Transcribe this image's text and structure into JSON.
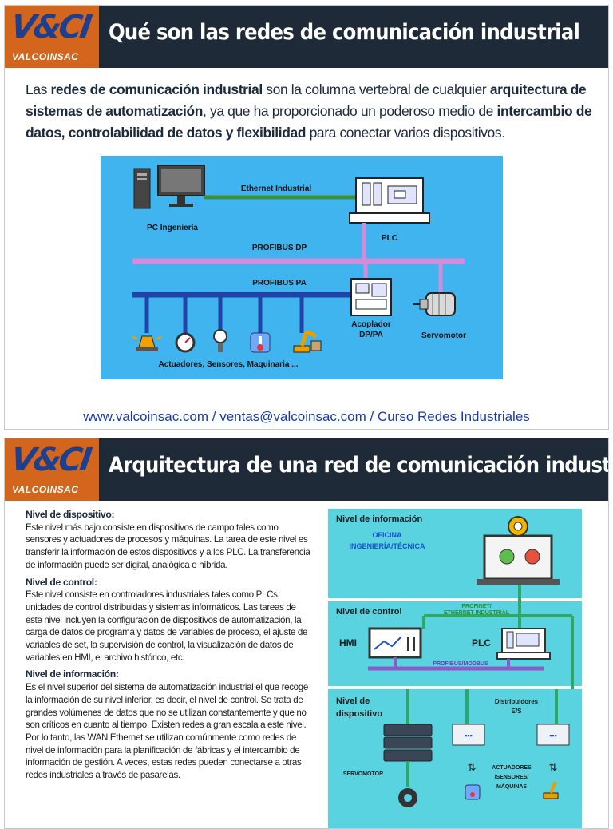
{
  "slide1": {
    "logo": {
      "mark": "V&CI",
      "name": "VALCOINSAC"
    },
    "title": "Qué son las redes de comunicación industrial",
    "intro": {
      "t1": "Las ",
      "b1": "redes de comunicación industrial",
      "t2": " son la columna vertebral de cualquier ",
      "b2": "arquitectura de sistemas de automatización",
      "t3": ", ya que ha proporcionado un poderoso medio de ",
      "b3": "intercambio de datos, controlabilidad de datos y flexibilidad",
      "t4": " para conectar varios dispositivos."
    },
    "diagram": {
      "ethernet": "Ethernet Industrial",
      "pc": "PC Ingeniería",
      "plc": "PLC",
      "profibus_dp": "PROFIBUS DP",
      "profibus_pa": "PROFIBUS PA",
      "acoplador_1": "Acoplador",
      "acoplador_2": "DP/PA",
      "servomotor": "Servomotor",
      "devices": "Actuadores, Sensores, Maquinaria ..."
    },
    "footer": "www.valcoinsac.com / ventas@valcoinsac.com / Curso Redes Industriales"
  },
  "slide2": {
    "logo": {
      "mark": "V&CI",
      "name": "VALCOINSAC"
    },
    "title": "Arquitectura de una red de comunicación industrial",
    "sections": [
      {
        "heading": "Nivel de dispositivo:",
        "text": "Este nivel más bajo consiste en dispositivos de campo tales como sensores y actuadores de procesos y máquinas. La tarea de este nivel es transferir la información de estos dispositivos y a los PLC. La transferencia de información puede ser digital, analógica o híbrida."
      },
      {
        "heading": "Nivel de control:",
        "text": "Este nivel consiste en controladores industriales tales como PLCs, unidades de control distribuidas y sistemas informáticos. Las tareas de este nivel incluyen la configuración de dispositivos de automatización, la carga de datos de programa y datos de variables de proceso, el ajuste de variables de set, la supervisión de control, la visualización de datos de variables en HMI, el archivo histórico, etc."
      },
      {
        "heading": "Nivel de información:",
        "text": "Es el nivel superior del sistema de automatización industrial el que recoge la información de su nivel inferior, es decir, el nivel de control. Se trata de grandes volúmenes de datos que no se utilizan constantemente y que no son críticos en cuanto al tiempo. Existen redes a gran escala a este nivel. Por lo tanto, las WAN Ethernet se utilizan comúnmente como redes de nivel de información para la planificación de fábricas y el intercambio de información de gestión. A veces, estas redes pueden conectarse a otras redes industriales a través de pasarelas."
      }
    ],
    "diagram": {
      "info_level": "Nivel de información",
      "oficina": "OFICINA",
      "ingenieria": "INGENIERÍA/TÉCNICA",
      "control_level": "Nivel de control",
      "profinet_1": "PROFINET/",
      "profinet_2": "ETHERNET INDUSTRIAL",
      "hmi": "HMI",
      "plc": "PLC",
      "profibus": "PROFIBUS/MODBUS",
      "device_level_1": "Nivel de",
      "device_level_2": "dispositivo",
      "distrib_1": "Distribuidores",
      "distrib_2": "E/S",
      "servomotor": "SERVOMOTOR",
      "act_1": "ACTUADORES",
      "act_2": "/SENSORES/",
      "act_3": "MÁQUINAS"
    }
  },
  "colors": {
    "header": "#1e2a38",
    "logo_bg": "#d3661c",
    "diagram1_bg": "#3fb4ef",
    "ethernet_line": "#3c8f3c",
    "profibus_dp_line": "#d48bdb",
    "profibus_pa_line": "#2143a8",
    "diagram2_bg": "#59d3e0",
    "green_link": "#2fa866",
    "purple_link": "#8a5cc8"
  }
}
